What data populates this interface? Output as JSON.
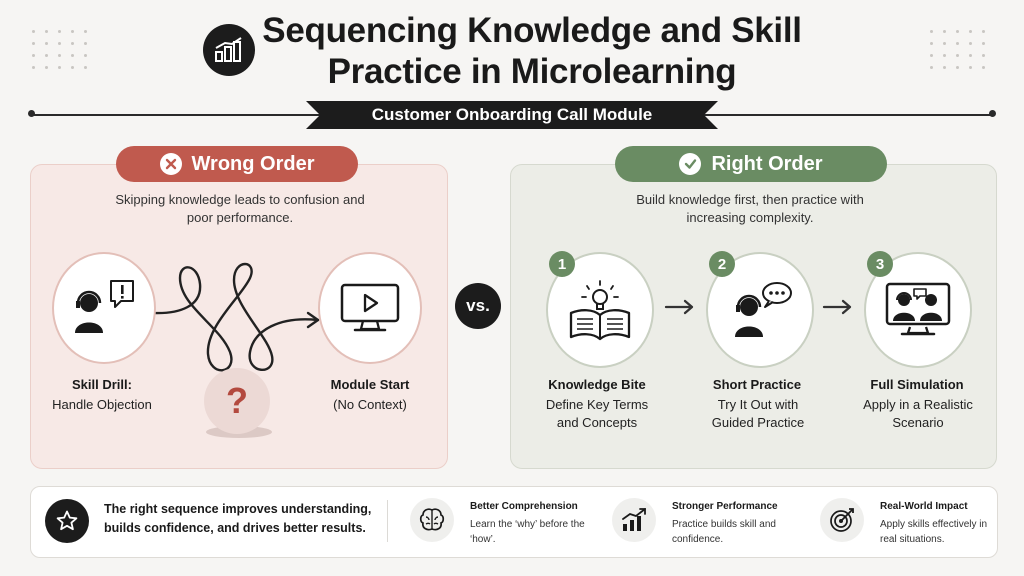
{
  "title": "Sequencing Knowledge and Skill Practice in Microlearning",
  "subtitle": "Customer Onboarding Call Module",
  "vs_label": "vs.",
  "wrong": {
    "heading": "Wrong Order",
    "description": "Skipping knowledge leads to confusion and poor performance.",
    "step_a": {
      "title": "Skill Drill:",
      "detail": "Handle Objection"
    },
    "step_b": {
      "title": "Module Start",
      "detail": "(No Context)"
    },
    "question_mark": "?"
  },
  "right": {
    "heading": "Right Order",
    "description": "Build knowledge first, then practice with increasing complexity.",
    "steps": [
      {
        "number": "1",
        "title": "Knowledge Bite",
        "detail": "Define Key Terms and Concepts"
      },
      {
        "number": "2",
        "title": "Short Practice",
        "detail": "Try It Out with Guided Practice"
      },
      {
        "number": "3",
        "title": "Full Simulation",
        "detail": "Apply in a Realistic Scenario"
      }
    ]
  },
  "footer": {
    "summary": "The right sequence improves understanding, builds confidence, and drives better results.",
    "benefits": [
      {
        "title": "Better Comprehension",
        "text": "Learn the ‘why’ before the ‘how’.",
        "icon": "brain-icon"
      },
      {
        "title": "Stronger Performance",
        "text": "Practice builds skill and confidence.",
        "icon": "growth-chart-icon"
      },
      {
        "title": "Real-World Impact",
        "text": "Apply skills effectively in real situations.",
        "icon": "target-icon"
      }
    ]
  },
  "colors": {
    "wrong": "#c05a4e",
    "right": "#6a8c63",
    "dark": "#1c1c1c"
  }
}
